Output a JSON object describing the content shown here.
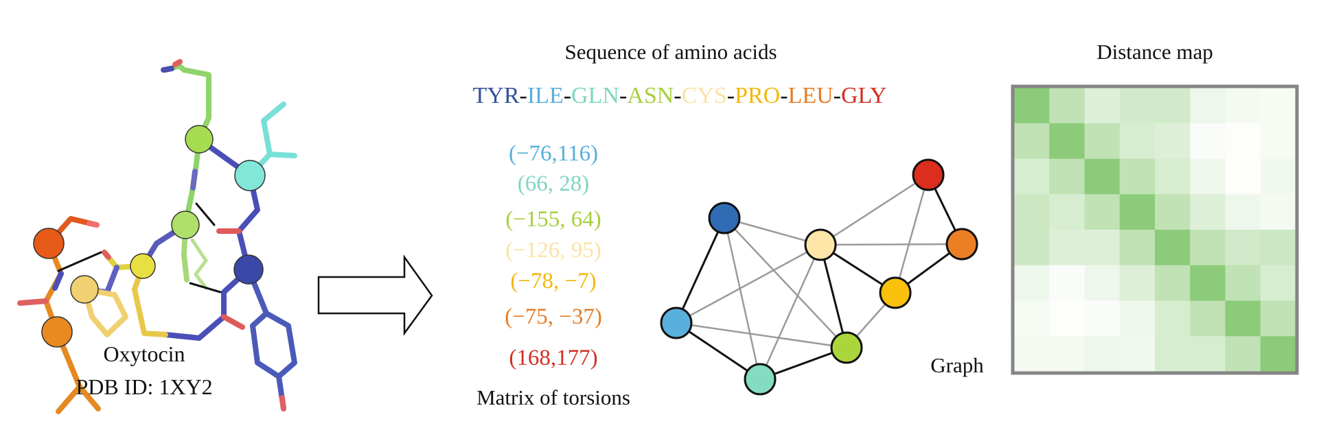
{
  "molecule": {
    "name": "Oxytocin",
    "pdb_label": "PDB ID: 1XY2"
  },
  "sequence": {
    "title": "Sequence of amino acids",
    "separator": "-",
    "residues": [
      {
        "code": "TYR",
        "color": "#34509c"
      },
      {
        "code": "ILE",
        "color": "#58aedb"
      },
      {
        "code": "GLN",
        "color": "#7fd6bf"
      },
      {
        "code": "ASN",
        "color": "#a6cf3c"
      },
      {
        "code": "CYS",
        "color": "#fbe2a6"
      },
      {
        "code": "PRO",
        "color": "#f3b70b"
      },
      {
        "code": "LEU",
        "color": "#e57c24"
      },
      {
        "code": "GLY",
        "color": "#d22f22"
      }
    ]
  },
  "torsions": {
    "title": "Matrix of torsions",
    "values": [
      {
        "text": "(−76,116)",
        "color": "#58aedb"
      },
      {
        "text": "(66, 28)",
        "color": "#7fd6bf"
      },
      {
        "text": "(−155, 64)",
        "color": "#a6cf3c"
      },
      {
        "text": "(−126, 95)",
        "color": "#fbe2a6"
      },
      {
        "text": "(−78, −7)",
        "color": "#f3b70b"
      },
      {
        "text": "(−75, −37)",
        "color": "#e57c24"
      },
      {
        "text": "(168,177)",
        "color": "#d22f22"
      }
    ]
  },
  "graph": {
    "title": "Graph",
    "nodes": [
      {
        "residue": "TYR",
        "color": "#2f6cb3"
      },
      {
        "residue": "ILE",
        "color": "#5ab0dc"
      },
      {
        "residue": "GLN",
        "color": "#83dcc1"
      },
      {
        "residue": "ASN",
        "color": "#abd63b"
      },
      {
        "residue": "CYS",
        "color": "#fde6a7"
      },
      {
        "residue": "PRO",
        "color": "#f9c10b"
      },
      {
        "residue": "LEU",
        "color": "#ec7f23"
      },
      {
        "residue": "GLY",
        "color": "#db2e1e"
      }
    ],
    "backbone_edges": [
      [
        0,
        1
      ],
      [
        1,
        2
      ],
      [
        2,
        3
      ],
      [
        3,
        4
      ],
      [
        4,
        5
      ],
      [
        5,
        6
      ],
      [
        6,
        7
      ]
    ],
    "contact_edges": [
      [
        0,
        4
      ],
      [
        0,
        3
      ],
      [
        0,
        2
      ],
      [
        1,
        4
      ],
      [
        1,
        3
      ],
      [
        2,
        4
      ],
      [
        4,
        6
      ],
      [
        4,
        7
      ],
      [
        5,
        7
      ],
      [
        3,
        5
      ]
    ]
  },
  "distance_map": {
    "title": "Distance map",
    "color_high": "#8ccb79",
    "color_low": "#ffffff",
    "closeness": [
      [
        1.0,
        0.55,
        0.3,
        0.4,
        0.4,
        0.15,
        0.1,
        0.08
      ],
      [
        0.55,
        1.0,
        0.55,
        0.35,
        0.3,
        0.05,
        0.02,
        0.08
      ],
      [
        0.35,
        0.55,
        1.0,
        0.55,
        0.35,
        0.15,
        0.02,
        0.12
      ],
      [
        0.45,
        0.35,
        0.55,
        1.0,
        0.55,
        0.3,
        0.15,
        0.1
      ],
      [
        0.45,
        0.3,
        0.3,
        0.55,
        1.0,
        0.55,
        0.4,
        0.45
      ],
      [
        0.15,
        0.05,
        0.15,
        0.3,
        0.55,
        1.0,
        0.55,
        0.35
      ],
      [
        0.08,
        0.02,
        0.05,
        0.15,
        0.35,
        0.55,
        1.0,
        0.55
      ],
      [
        0.1,
        0.1,
        0.15,
        0.12,
        0.35,
        0.35,
        0.55,
        1.0
      ]
    ]
  }
}
